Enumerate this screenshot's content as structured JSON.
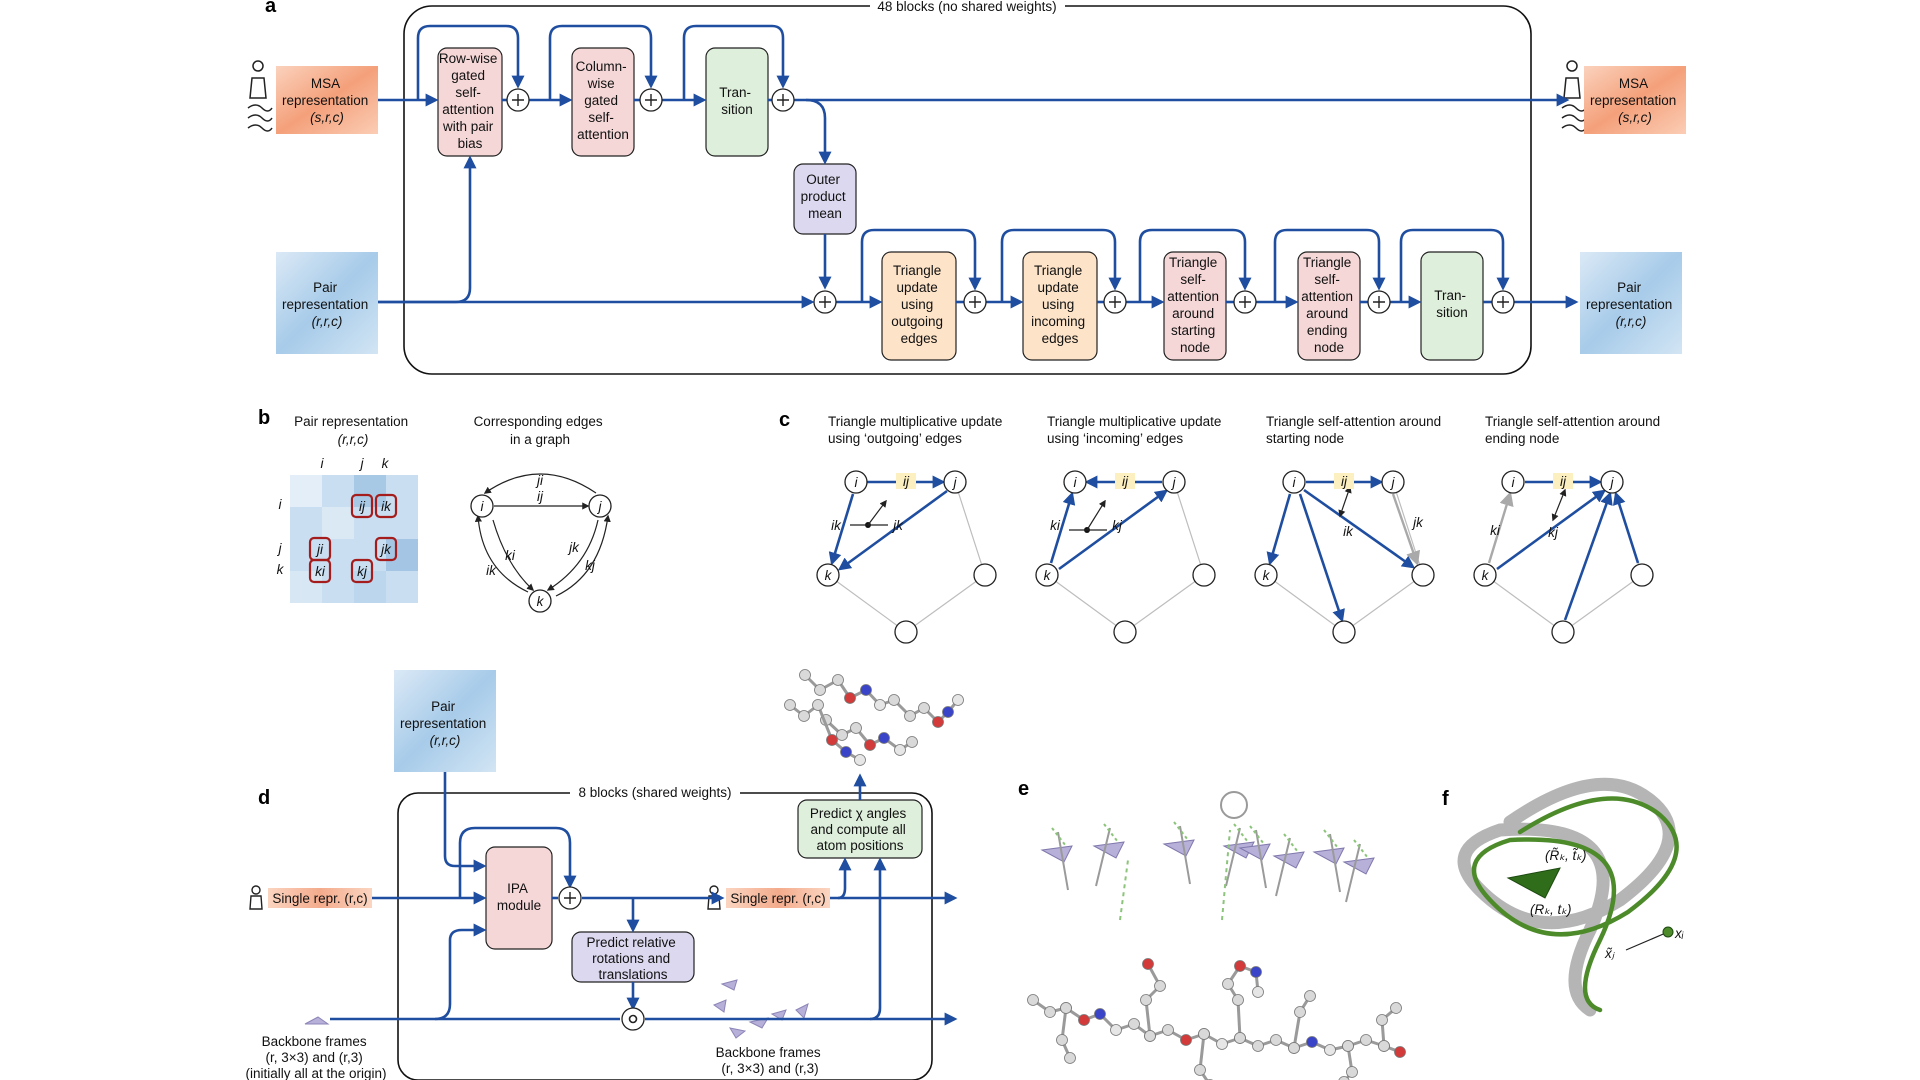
{
  "panels": [
    "a",
    "b",
    "c",
    "d",
    "e",
    "f"
  ],
  "a": {
    "blocks_label": "48 blocks (no shared weights)",
    "msa": [
      "MSA",
      "representation",
      "(s,r,c)"
    ],
    "pair": [
      "Pair",
      "representation",
      "(r,r,c)"
    ],
    "row_attn": [
      "Row-wise",
      "gated",
      "self-",
      "attention",
      "with pair",
      "bias"
    ],
    "col_attn": [
      "Column-",
      "wise",
      "gated",
      "self-",
      "attention"
    ],
    "transition": [
      "Tran-",
      "sition"
    ],
    "outer": [
      "Outer",
      "product",
      "mean"
    ],
    "tri_out": [
      "Triangle",
      "update",
      "using",
      "outgoing",
      "edges"
    ],
    "tri_in": [
      "Triangle",
      "update",
      "using",
      "incoming",
      "edges"
    ],
    "tri_start": [
      "Triangle",
      "self-",
      "attention",
      "around",
      "starting",
      "node"
    ],
    "tri_end": [
      "Triangle",
      "self-",
      "attention",
      "around",
      "ending",
      "node"
    ]
  },
  "b": {
    "pair_title": [
      "Pair representation",
      "(r,r,c)"
    ],
    "graph_title": [
      "Corresponding edges",
      "in a graph"
    ],
    "cols": [
      "i",
      "j",
      "k"
    ],
    "rows": [
      "i",
      "j",
      "k"
    ],
    "cells": [
      "ij",
      "ik",
      "ji",
      "jk",
      "ki",
      "kj"
    ],
    "graph_nodes": [
      "i",
      "j",
      "k"
    ],
    "graph_edges": [
      "ji",
      "ij",
      "ki",
      "ik",
      "jk",
      "kj"
    ]
  },
  "c": {
    "titles": [
      [
        "Triangle multiplicative update",
        "using ‘outgoing’ edges"
      ],
      [
        "Triangle multiplicative update",
        "using ‘incoming’ edges"
      ],
      [
        "Triangle self-attention around",
        "starting node"
      ],
      [
        "Triangle self-attention around",
        "ending node"
      ]
    ],
    "nodes": [
      "i",
      "j",
      "k"
    ],
    "edge_labels": [
      [
        "ij",
        "ik",
        "jk"
      ],
      [
        "ij",
        "ki",
        "kj"
      ],
      [
        "ij",
        "ik",
        "jk"
      ],
      [
        "ij",
        "ki",
        "kj"
      ]
    ]
  },
  "d": {
    "pair": [
      "Pair",
      "representation",
      "(r,r,c)"
    ],
    "blocks_label": "8 blocks (shared weights)",
    "single_in": "Single repr. (r,c)",
    "single_out": "Single repr. (r,c)",
    "ipa": [
      "IPA",
      "module"
    ],
    "predict_rel": [
      "Predict relative",
      "rotations and",
      "translations"
    ],
    "predict_chi": [
      "Predict χ angles",
      "and compute all",
      "atom positions"
    ],
    "bb_in": [
      "Backbone frames",
      "(r, 3×3) and (r,3)",
      "(initially all at the origin)"
    ],
    "bb_out": [
      "Backbone frames",
      "(r, 3×3) and (r,3)"
    ]
  },
  "f": {
    "label_true": "(R̃ₖ, t̃ₖ)",
    "label_pred": "(Rₖ, tₖ)",
    "xj": "x̃ⱼ",
    "xi": "xᵢ"
  },
  "colors": {
    "arrow": "#1f4ea0",
    "pink": "#f6d7d7",
    "green": "#deefdb",
    "lavender": "#dcd8ef",
    "peach": "#fde3c8",
    "red": "#a51c1c",
    "ij_fill": "#fdf0c0",
    "tube_green": "#4c8a2a",
    "tube_grey": "#b5b5b5"
  }
}
